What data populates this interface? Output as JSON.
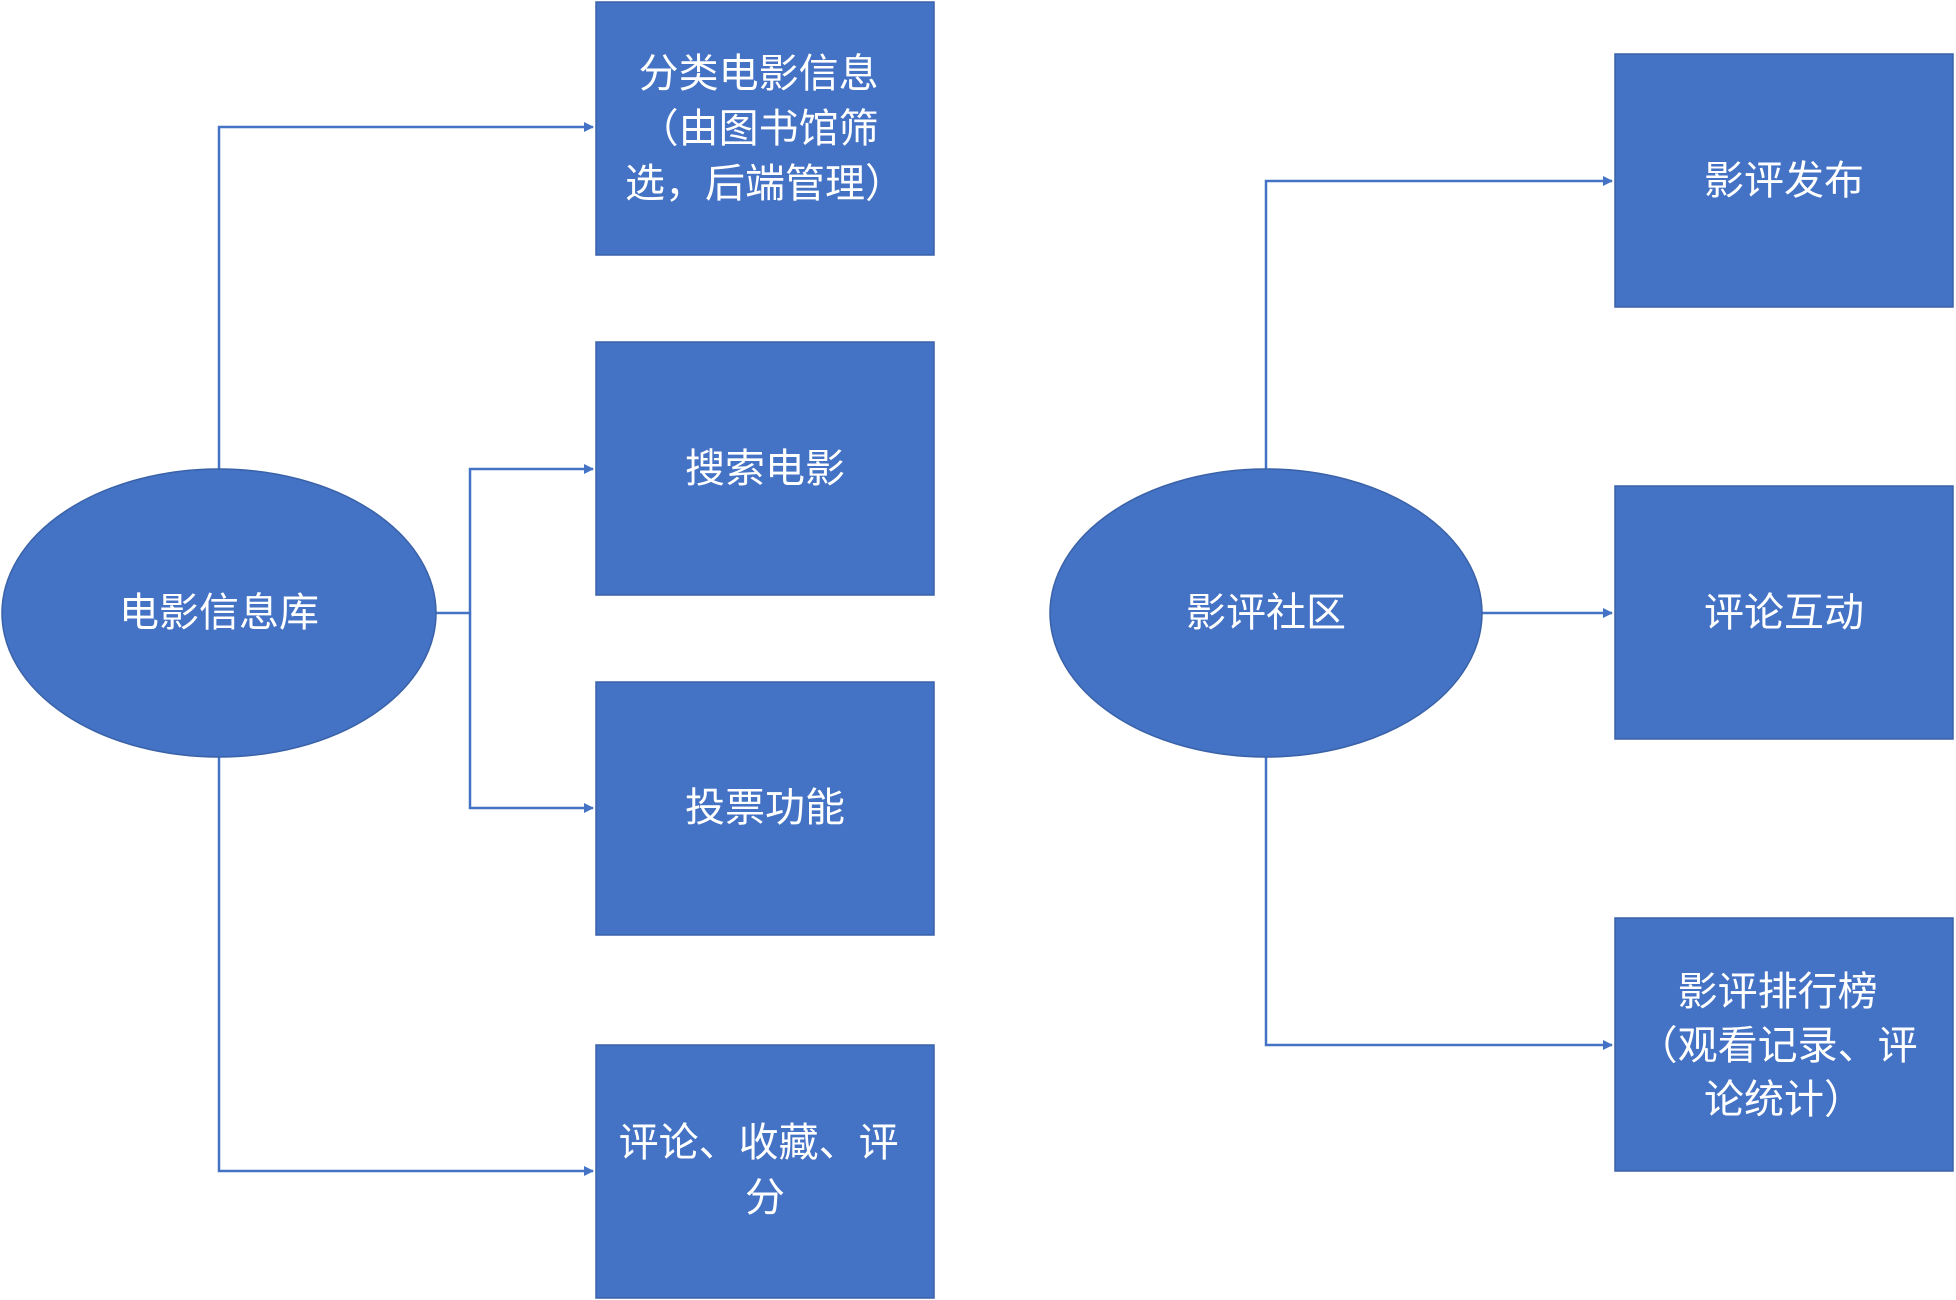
{
  "diagram": {
    "left_group": {
      "root": "电影信息库",
      "children": [
        {
          "lines": [
            "分类电影信息",
            "（由图书馆筛",
            "选，后端管理）"
          ]
        },
        {
          "lines": [
            "搜索电影"
          ]
        },
        {
          "lines": [
            "投票功能"
          ]
        },
        {
          "lines": [
            "评论、收藏、评",
            "分"
          ]
        }
      ]
    },
    "right_group": {
      "root": "影评社区",
      "children": [
        {
          "lines": [
            "影评发布"
          ]
        },
        {
          "lines": [
            "评论互动"
          ]
        },
        {
          "lines": [
            "影评排行榜",
            "（观看记录、评",
            "论统计）"
          ]
        }
      ]
    },
    "colors": {
      "node_fill": "#4472C4",
      "connector": "#4472C4",
      "text": "#ffffff"
    }
  }
}
